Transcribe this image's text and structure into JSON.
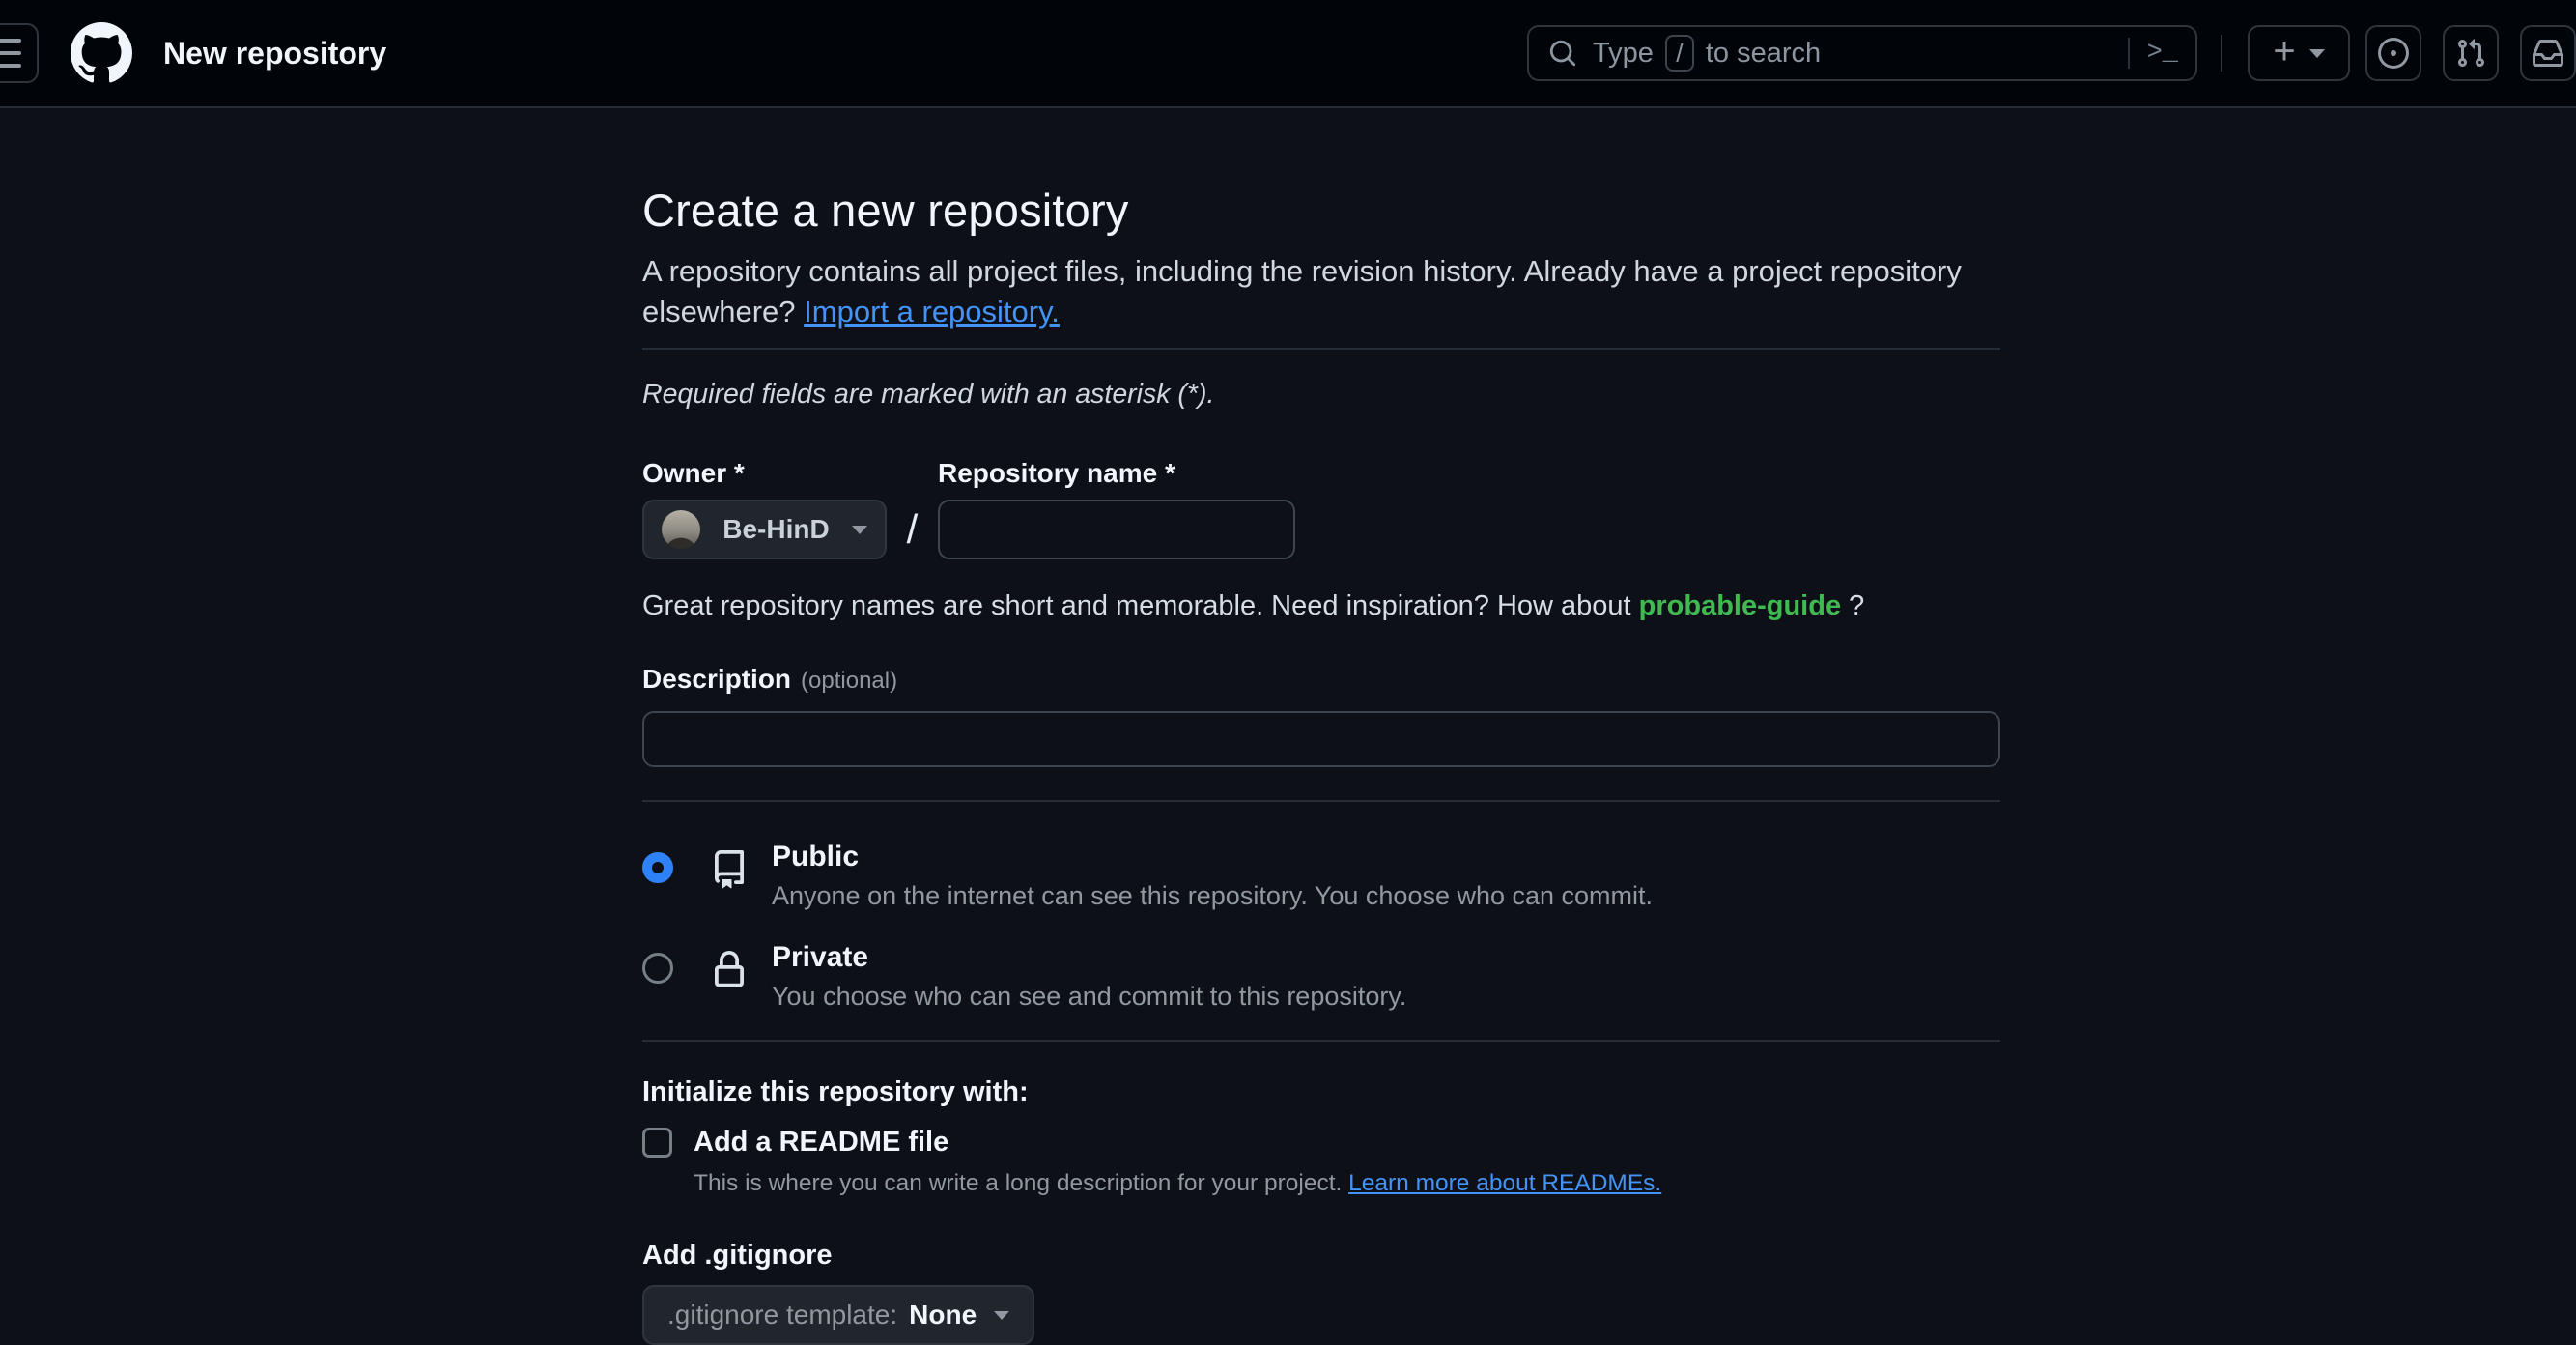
{
  "header": {
    "title": "New repository",
    "search": {
      "placeholder_prefix": "Type",
      "slash_key": "/",
      "placeholder_suffix": "to search",
      "command_glyph": ">_"
    },
    "plus_label": "+"
  },
  "page": {
    "heading": "Create a new repository",
    "lead": "A repository contains all project files, including the revision history. Already have a project repository elsewhere?",
    "import_link": "Import a repository.",
    "required_note": "Required fields are marked with an asterisk (*).",
    "owner": {
      "label": "Owner *",
      "value": "Be-HinD"
    },
    "separator": "/",
    "repo_name": {
      "label": "Repository name *",
      "value": ""
    },
    "hint": {
      "pre": "Great repository names are short and memorable. Need inspiration? How about ",
      "suggestion": "probable-guide",
      "post": " ?"
    },
    "description": {
      "label": "Description",
      "optional": "(optional)",
      "value": ""
    },
    "visibility": [
      {
        "label": "Public",
        "description": "Anyone on the internet can see this repository. You choose who can commit.",
        "selected": true
      },
      {
        "label": "Private",
        "description": "You choose who can see and commit to this repository.",
        "selected": false
      }
    ],
    "initialize": {
      "heading": "Initialize this repository with:",
      "readme": {
        "label": "Add a README file",
        "checked": false,
        "helper": "This is where you can write a long description for your project. ",
        "helper_link": "Learn more about READMEs."
      },
      "gitignore": {
        "heading": "Add .gitignore",
        "button_label": ".gitignore template:",
        "button_value": "None"
      }
    }
  },
  "colors": {
    "header_bg": "#010409",
    "page_bg": "#0d1117",
    "accent_blue": "#2f81f7",
    "link_blue": "#4493f8",
    "suggestion_green": "#3fb950",
    "muted_text": "#9198a1",
    "border": "#30363d"
  }
}
